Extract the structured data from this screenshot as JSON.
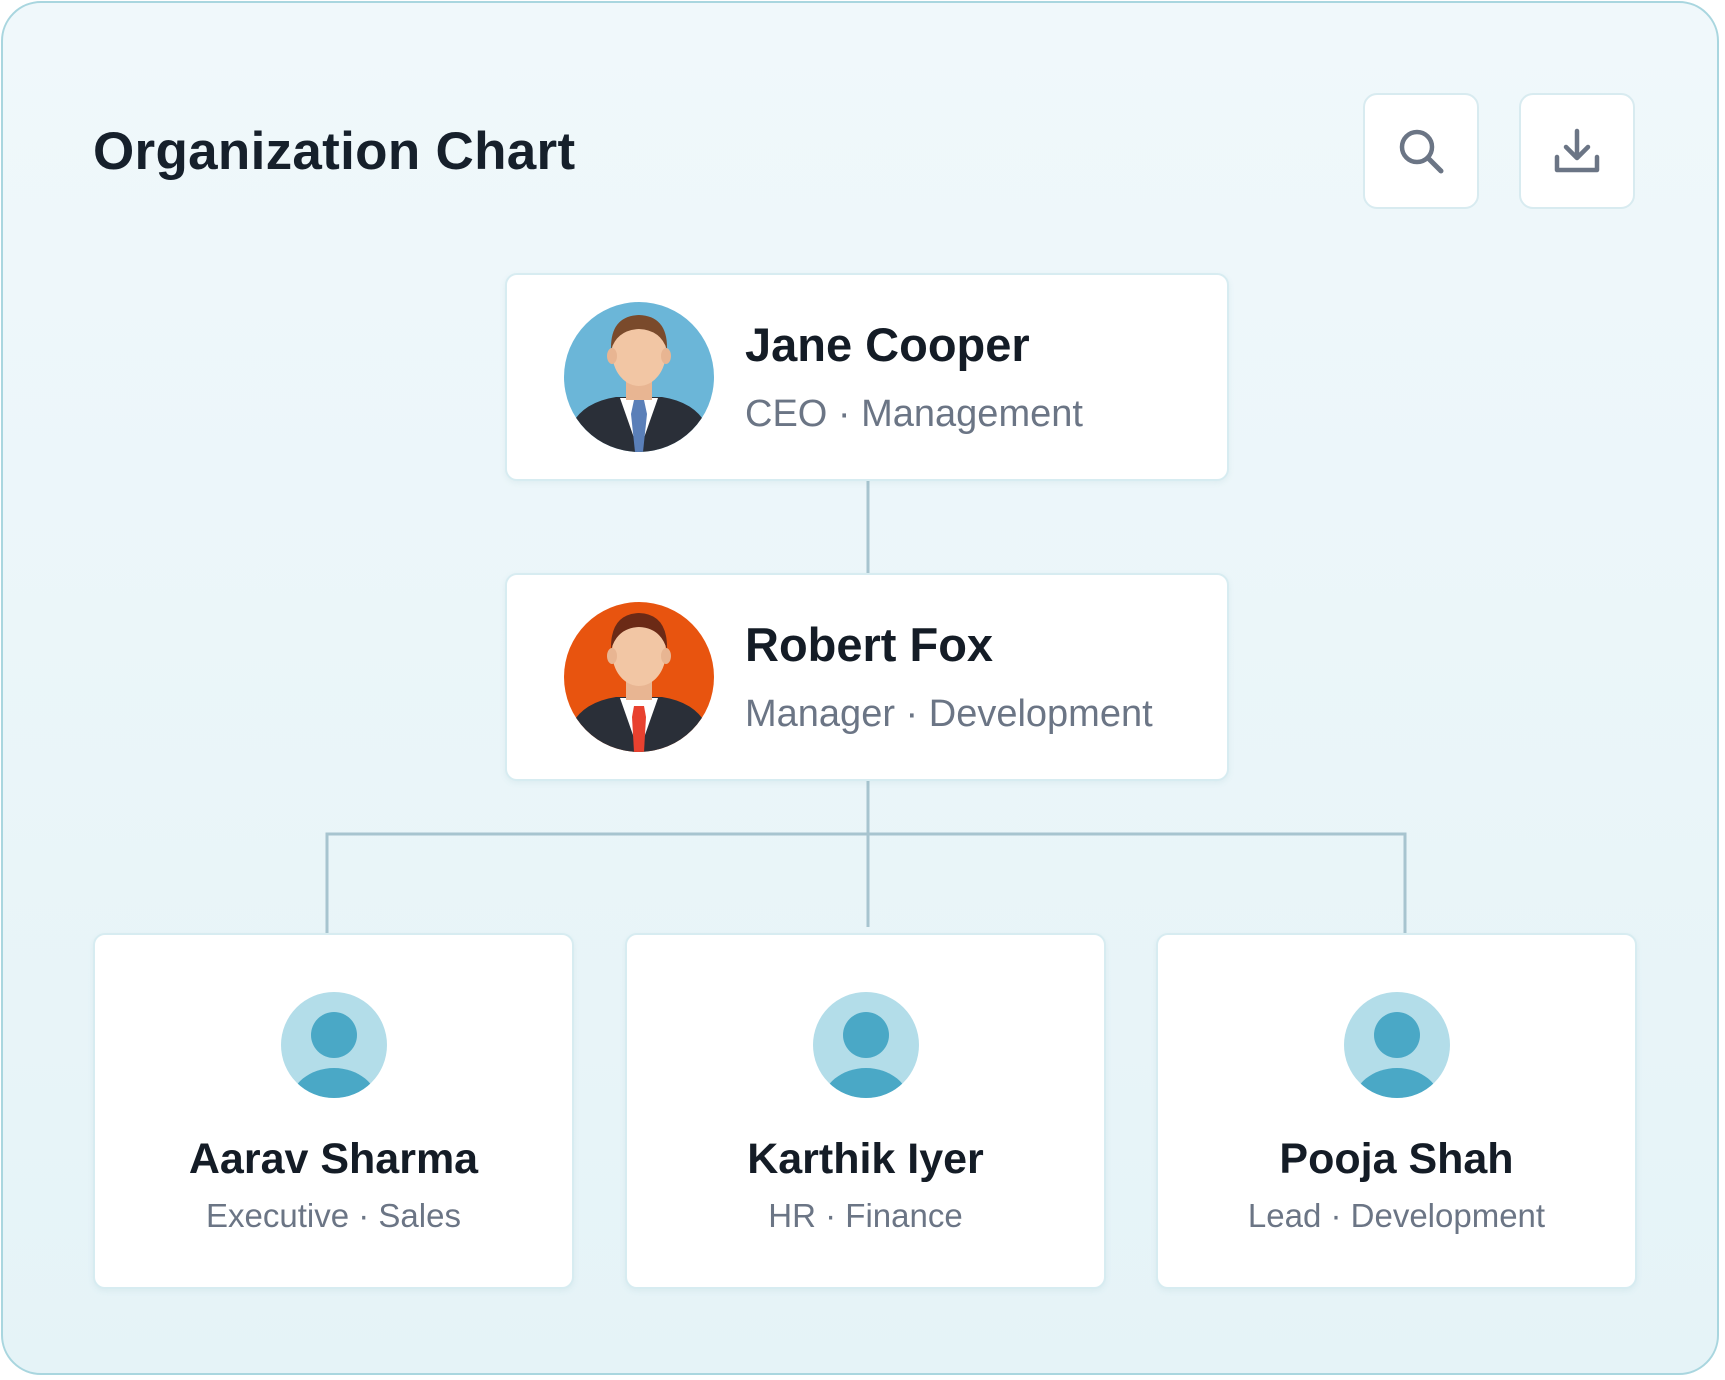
{
  "header": {
    "title": "Organization Chart",
    "search_icon": "search-icon",
    "download_icon": "download-icon"
  },
  "colors": {
    "connector": "#a7c4cf",
    "default_avatar": "#4aa8c6",
    "avatar_ceo_bg": "#6bb6d8",
    "avatar_manager_bg": "#e8540f"
  },
  "org": {
    "ceo": {
      "name": "Jane Cooper",
      "role": "CEO · Management",
      "avatar": "man-in-suit-avatar"
    },
    "manager": {
      "name": "Robert Fox",
      "role": "Manager · Development",
      "avatar": "man-in-suit-avatar"
    },
    "reports": [
      {
        "name": "Aarav Sharma",
        "role": "Executive · Sales",
        "avatar": "default-user-avatar"
      },
      {
        "name": "Karthik Iyer",
        "role": "HR · Finance",
        "avatar": "default-user-avatar"
      },
      {
        "name": "Pooja Shah",
        "role": "Lead · Development",
        "avatar": "default-user-avatar"
      }
    ]
  }
}
